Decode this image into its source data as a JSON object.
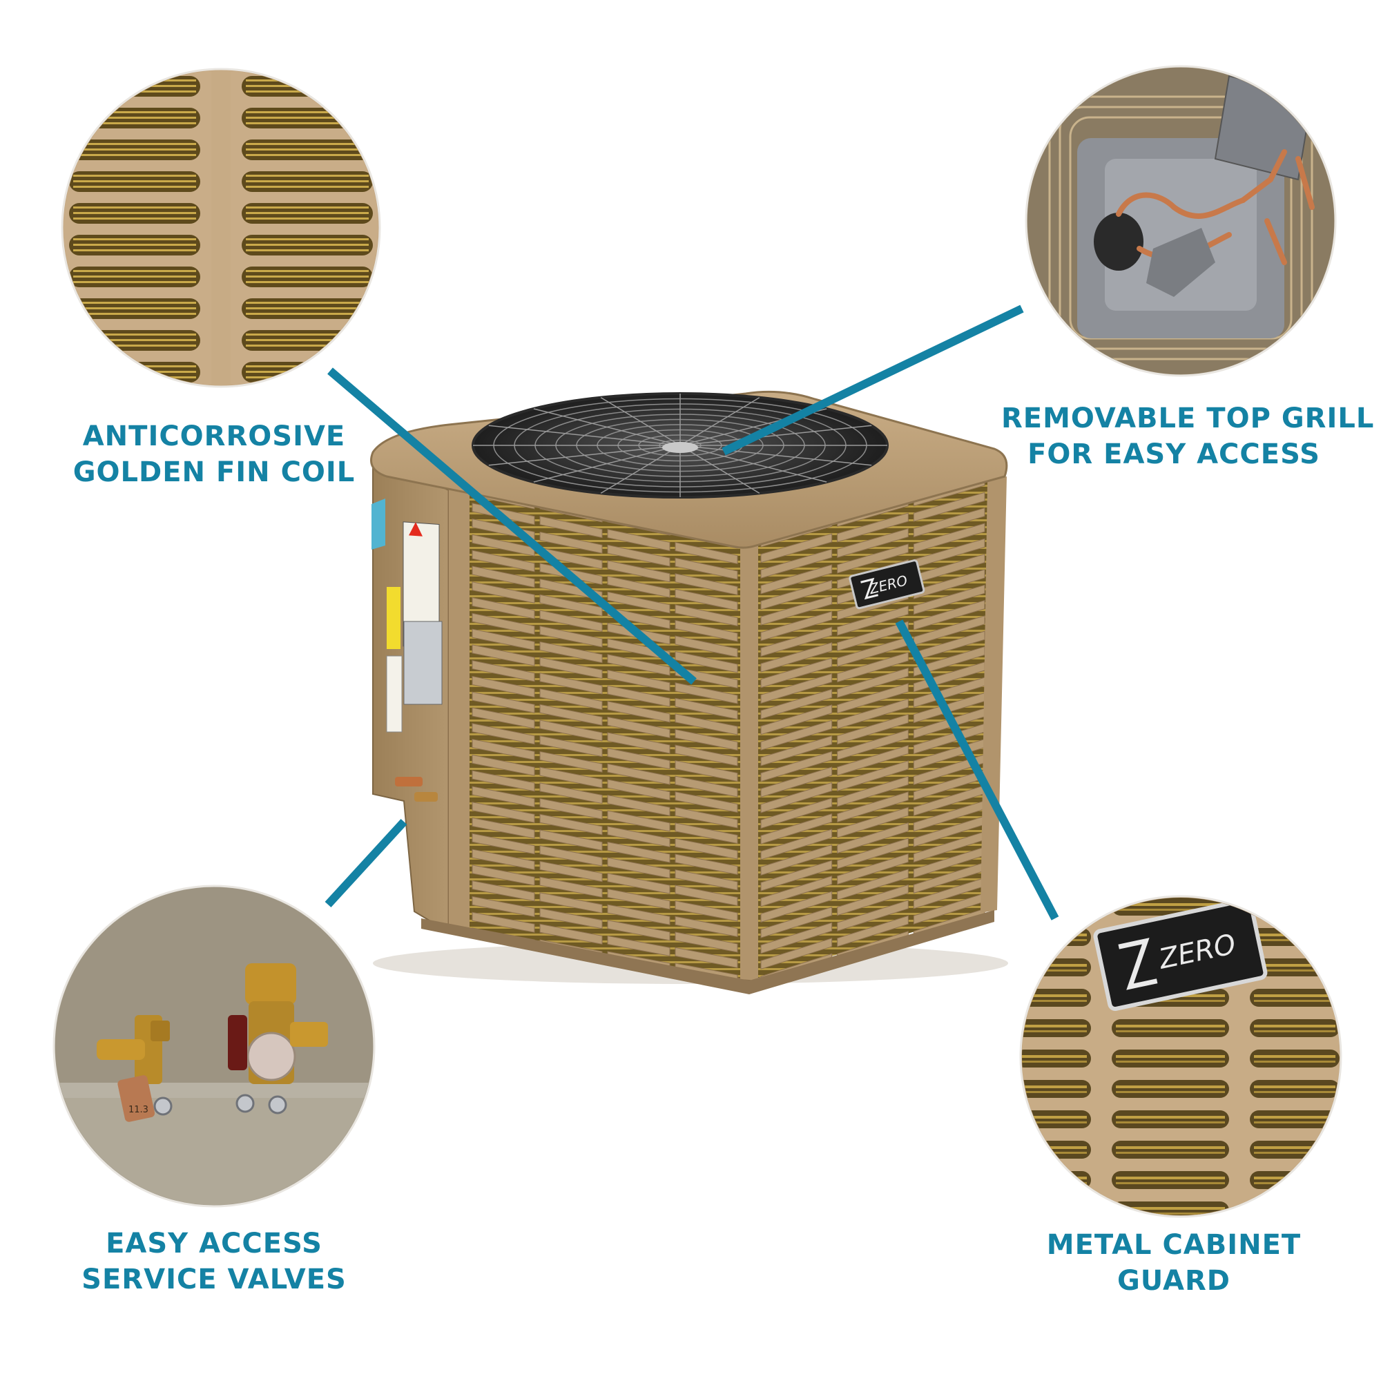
{
  "features": [
    {
      "id": "fin-coil",
      "lines": [
        "ANTICORROSIVE",
        "GOLDEN FIN COIL"
      ]
    },
    {
      "id": "top-grill",
      "lines": [
        "REMOVABLE TOP GRILL",
        "FOR EASY ACCESS"
      ]
    },
    {
      "id": "service-valves",
      "lines": [
        "EASY ACCESS",
        "SERVICE VALVES"
      ]
    },
    {
      "id": "cabinet-guard",
      "lines": [
        "METAL CABINET",
        "GUARD"
      ]
    }
  ],
  "brand": {
    "logo_text": "ZERO"
  },
  "valve_tag": "11.3",
  "colors": {
    "callout": "#1482a4",
    "cabinet": "#b89a72",
    "coil": "#8a7236",
    "background": "#ffffff"
  }
}
